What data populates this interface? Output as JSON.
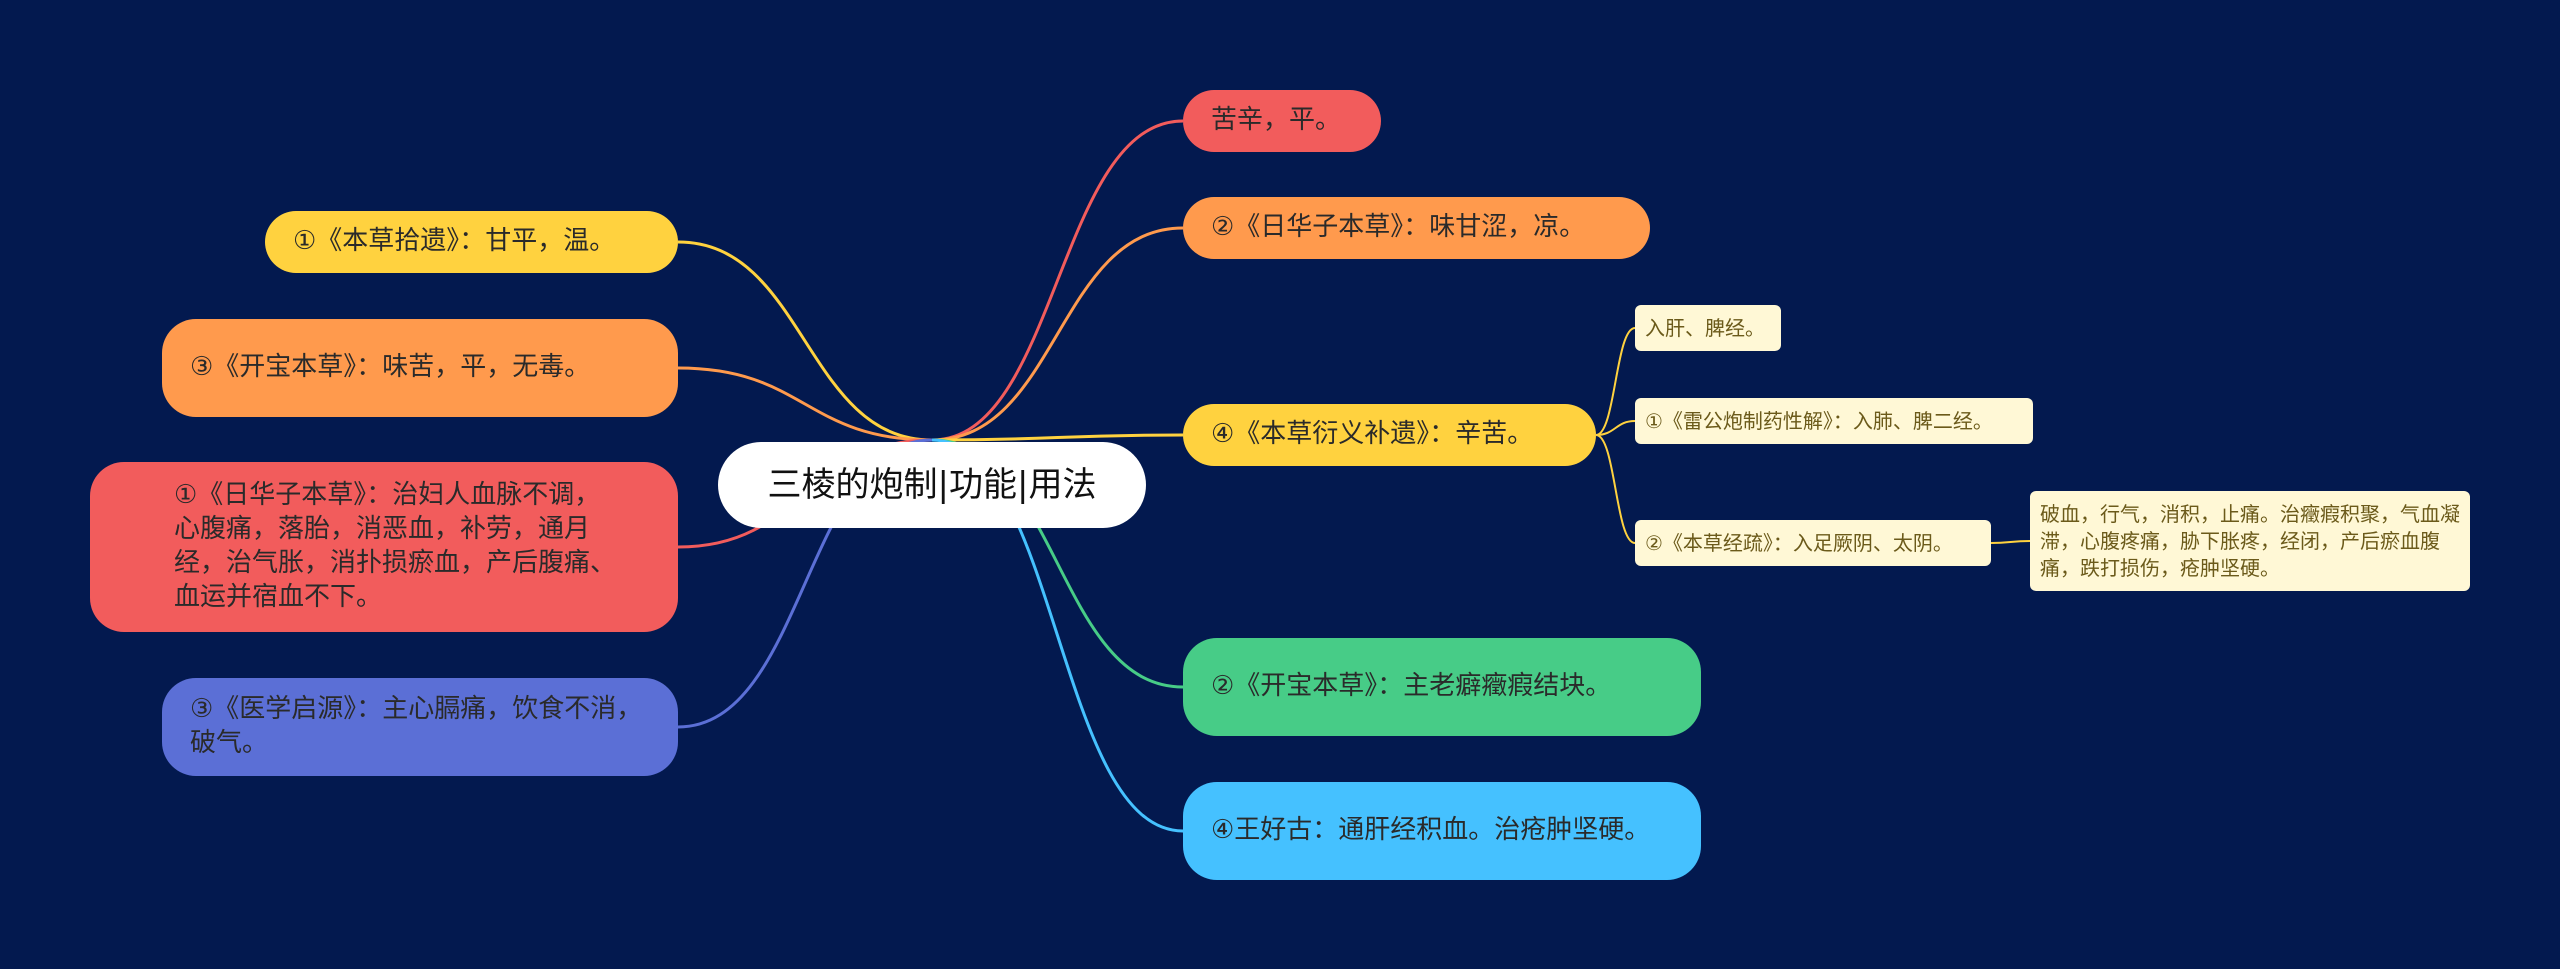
{
  "root": {
    "label": "三棱的炮制|功能|用法"
  },
  "right": [
    {
      "label": "苦辛，平。",
      "color": "#f25c5c"
    },
    {
      "label": "②《日华子本草》：味甘涩，凉。",
      "color": "#ff9a4d"
    },
    {
      "label": "④《本草衍义补遗》：辛苦。",
      "color": "#ffd23f",
      "children": [
        {
          "label": "入肝、脾经。"
        },
        {
          "label": "①《雷公炮制药性解》：入肺、脾二经。"
        },
        {
          "label": "②《本草经疏》：入足厥阴、太阴。",
          "children": [
            {
              "label": "破血，行气，消积，止痛。治癥瘕积聚，气血凝滞，心腹疼痛，胁下胀疼，经闭，产后瘀血腹痛，跌打损伤，疮肿坚硬。"
            }
          ]
        }
      ]
    },
    {
      "label": "②《开宝本草》：主老癖癥瘕结块。",
      "color": "#47cc87"
    },
    {
      "label": "④王好古：通肝经积血。治疮肿坚硬。",
      "color": "#45c1ff"
    }
  ],
  "left": [
    {
      "label": "①《本草拾遗》：甘平，温。",
      "color": "#ffd23f"
    },
    {
      "label": "③《开宝本草》：味苦，平，无毒。",
      "color": "#ff9a4d"
    },
    {
      "label": "①《日华子本草》：治妇人血脉不调，心腹痛，落胎，消恶血，补劳，通月经，治气胀，消扑损瘀血，产后腹痛、血运并宿血不下。",
      "color": "#f25c5c"
    },
    {
      "label": "③《医学启源》：主心膈痛，饮食不消，破气。",
      "color": "#5b6fd6"
    }
  ],
  "leaf_line_color": "#ffd23f"
}
